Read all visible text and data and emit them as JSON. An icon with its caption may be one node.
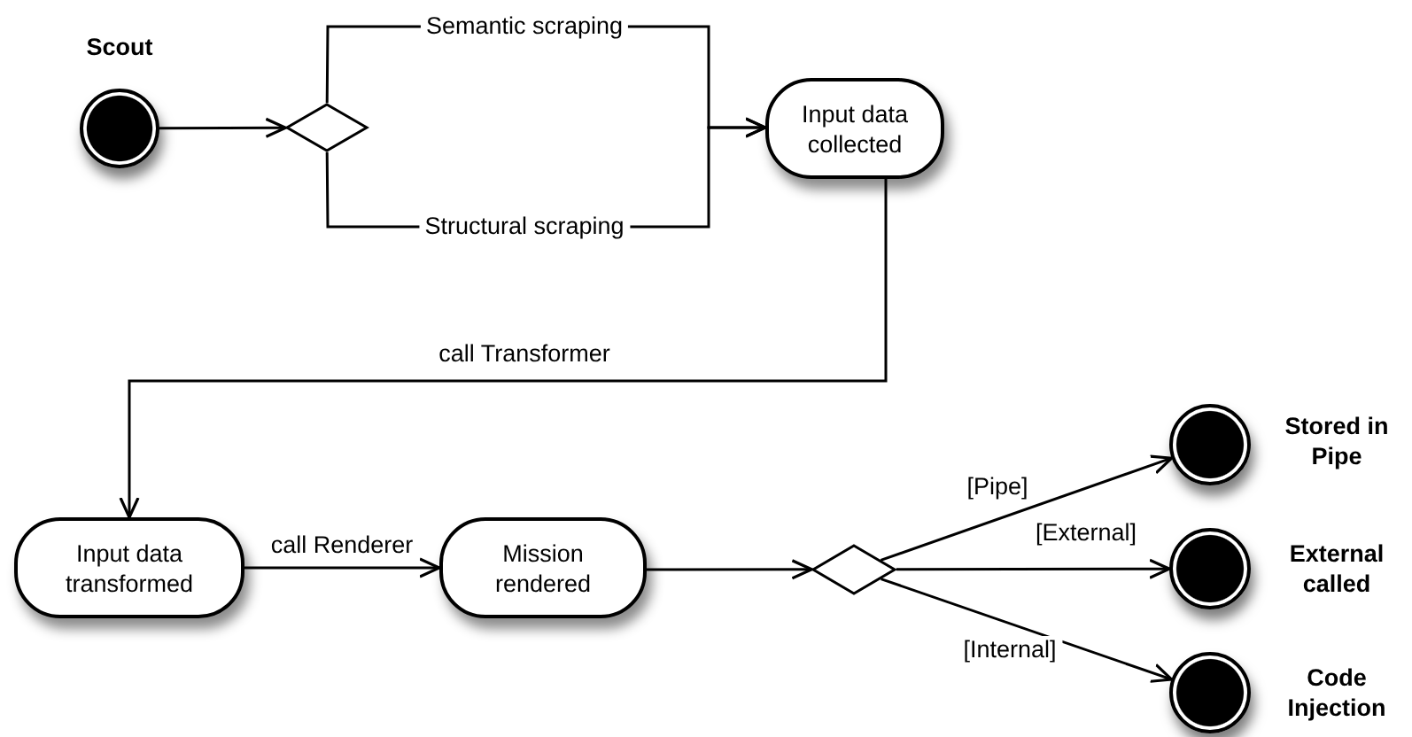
{
  "diagram": {
    "nodes": [
      {
        "text": [],
        "shape": "circle",
        "beside": [
          "Scout"
        ]
      },
      {
        "text": [],
        "shape": "diamond"
      },
      {
        "text": [
          "Input data collected"
        ]
      },
      {
        "text": [
          "Input data transformed"
        ]
      },
      {
        "text": [
          "Mission rendered"
        ]
      },
      {
        "text": [],
        "shape": "diamond"
      },
      {
        "text": [],
        "shape": "circle",
        "beside": [
          "Stored in Pipe"
        ]
      },
      {
        "text": [],
        "shape": "circle",
        "beside": [
          "External called"
        ]
      },
      {
        "text": [],
        "shape": "circle",
        "beside": [
          "Code Injection"
        ]
      }
    ],
    "edges": [
      {
        "from": 0,
        "to": 1,
        "arrow": "to"
      },
      {
        "from": 1,
        "to": 2,
        "arrow": "to",
        "label": "Semantic scraping"
      },
      {
        "from": 1,
        "to": 2,
        "arrow": "to",
        "label": "Structural scraping"
      },
      {
        "from": 2,
        "to": 3,
        "arrow": "to",
        "label": "call Transformer"
      },
      {
        "from": 3,
        "to": 4,
        "arrow": "to",
        "label": "call Renderer"
      },
      {
        "from": 4,
        "to": 5,
        "arrow": "to"
      },
      {
        "from": 5,
        "to": 6,
        "arrow": "to",
        "label": "[Pipe]"
      },
      {
        "from": 5,
        "to": 7,
        "arrow": "to",
        "label": "[External]"
      },
      {
        "from": 5,
        "to": 8,
        "arrow": "to",
        "label": "[Internal]"
      }
    ]
  }
}
